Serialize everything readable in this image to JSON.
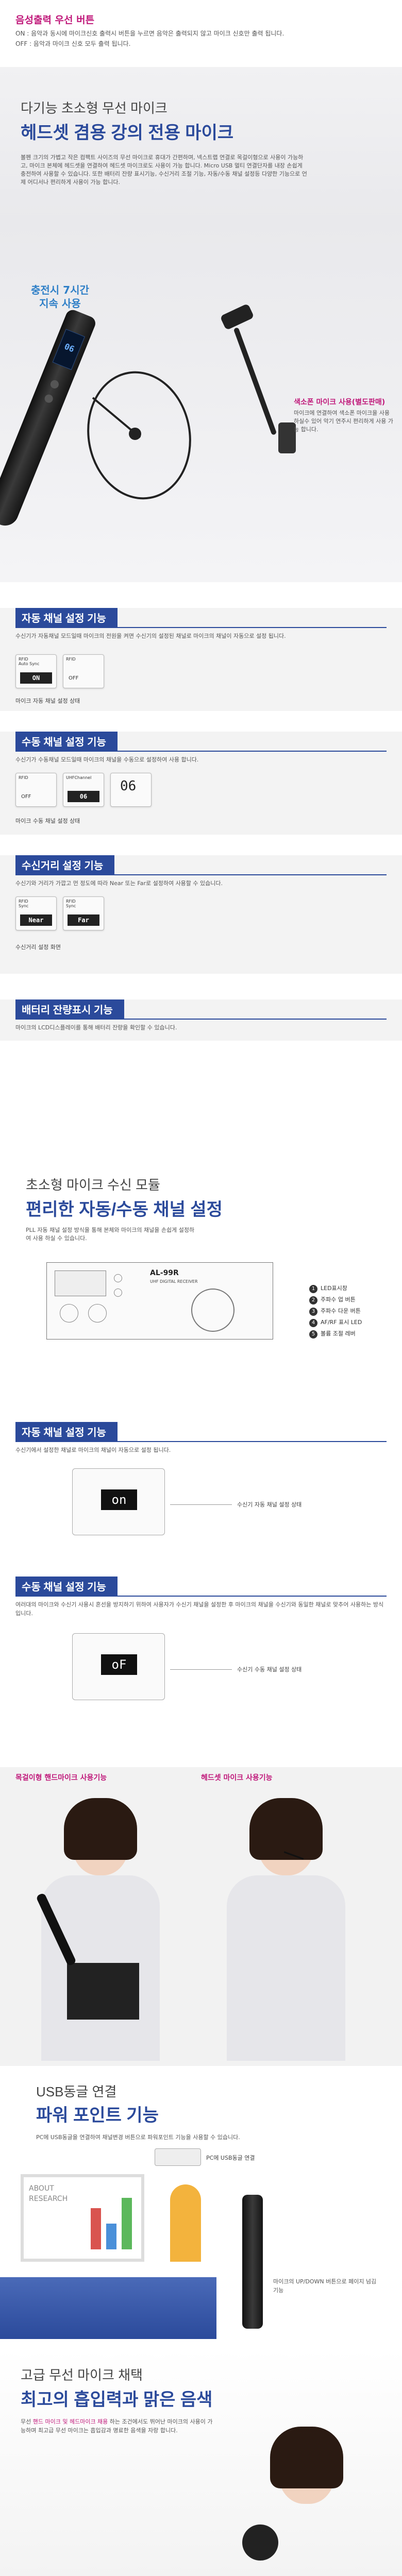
{
  "output_button": {
    "title": "음성출력 우선 버튼",
    "line_on": "ON : 음악과 동시에 마이크신호 출력시 버튼을 누르면 음악은 출력되지 않고 마이크 신호만 출력 됩니다.",
    "line_off": "OFF : 음악과 마이크 신호 모두 출력 됩니다."
  },
  "headset": {
    "subtitle": "다기능 초소형 무선 마이크",
    "title": "헤드셋 겸용 강의 전용 마이크",
    "description": "볼펜 크기의 가볍고 작은 컴팩트 사이즈의 무선 마이크로 휴대가 간편하며, 넥스트랩 연결로 목걸이형으로 사용이 가능하고, 마이크 본체에 헤드셋을 연결하여 헤드셋 마이크로도 사용이 가능 합니다. Micro USB 멀티 연결단자를 내장 손쉽게 충전하여 사용할 수 있습니다. 또한 배터리 잔량 표시기능, 수신거리 조절 기능, 자동/수동 채널 설정등 다양한 기능으로 언제 어디서나 편리하게 사용이 가능 합니다.",
    "charge_line1": "충전시 7시간",
    "charge_line2": "지속 사용",
    "mic_screen": "06",
    "sax_title": "색소폰 마이크 사용(별도판매)",
    "sax_desc": "마이크에 연결하여 색소폰 마이크을 사용 하실수 있어 악기 연주시 편리하게 사용 가능 합니다."
  },
  "auto_channel": {
    "title": "자동 채널 설정 기능",
    "desc": "수신기가 자동채널 모드일때 마이크의 전원을 켜면 수신기의 설정된 채널로 마이크의 채널이 자동으로 설정 됩니다.",
    "card1_top": "RFID",
    "card1_sub": "Auto Sync",
    "card1_val": "ON",
    "card2_top": "RFID",
    "card2_val": "OFF",
    "caption": "마이크 자동 채널 설정 상태"
  },
  "manual_channel": {
    "title": "수동 채널 설정 기능",
    "desc": "수신기가 수동채널 모드일때 마이크의 채널을 수동으로 설정하여 사용 합니다.",
    "card1_top": "RFID",
    "card1_val": "OFF",
    "card2_top": "UHFChannel",
    "card2_val": "06",
    "card3_val": "06",
    "caption": "마이크 수동 채널 설정 상태"
  },
  "distance": {
    "title": "수신거리 설정 기능",
    "desc": "수신기와 거리가 가깝고 먼 정도에 따라 Near 또는 Far로 설정하여 사용할 수 있습니다.",
    "card1_top": "RFID",
    "card1_sub": "Sync",
    "card1_val": "Near",
    "card2_top": "RFID",
    "card2_sub": "Sync",
    "card2_val": "Far",
    "caption": "수신거리 설정 화면"
  },
  "battery": {
    "title": "배터리 잔량표시 기능",
    "desc": "마이크의 LCD디스플레이를 통해 배터리 잔량을 확인할 수 있습니다."
  },
  "receiver": {
    "subtitle": "초소형 마이크 수신 모듈",
    "title": "편리한 자동/수동 채널 설정",
    "desc": "PLL 자동 채널 설정 방식을 통해 본체와 마이크의 채널을 손쉽게 설정하여 사용 하실 수 있습니다.",
    "model": "AL-99R",
    "model_sub": "UHF DIGITAL RECEIVER",
    "legend": [
      "LED표시창",
      "주파수 업 버튼",
      "주파수 다운 버튼",
      "AF/RF 표시 LED",
      "볼륨 조절 레버"
    ],
    "legend_nums": [
      "1",
      "2",
      "3",
      "4",
      "5"
    ]
  },
  "auto_channel_2": {
    "title": "자동 채널 설정 기능",
    "desc": "수신기에서 설정한 채널로 마이크의 채널이 자동으로 설정 됩니다.",
    "display": "on",
    "caption": "수신기 자동 채널 설정 상태"
  },
  "manual_channel_2": {
    "title": "수동 채널 설정 기능",
    "desc": "여러대의 마이크와 수신기 사용시 혼선을 방지하기 위하여 사용자가 수신기 채널을 설정한 후 마이크의 채널을 수신기와 동일한 채널로 맞추어 사용하는 방식 입니다.",
    "display": "oF",
    "caption": "수신기 수동 채널 설정 상태"
  },
  "photos": {
    "label_left": "목걸이형 핸드마이크 사용기능",
    "label_right": "헤드셋 마이크 사용기능"
  },
  "usb": {
    "subtitle": "USB동글 연결",
    "title": "파워 포인트 기능",
    "desc": "PC에 USB동글을 연결하여 채널변경 버튼으로 파워포인트 기능을 사용할 수 있습니다.",
    "dongle_caption": "PC에 USB동글 연결",
    "board_text": "ABOUT",
    "board_text2": "RESEARCH",
    "mic_caption": "마이크의 UP/DOWN 버튼으로 페이지 넘김 기능"
  },
  "quality": {
    "subtitle": "고급 무선 마이크 채택",
    "title": "최고의 흡입력과 맑은 음색",
    "desc_a": "무선 ",
    "desc_hl": "핸드 마이크 및 헤드마이크 채용",
    "desc_b": " 하는 조건에서도 뛰어난 마이크의 사용이 가능하며 최고급 무선 마이크는 흡입감과 명료한 음색을 자랑 합니다."
  },
  "colors": {
    "brand": "#2b4a9b",
    "accent": "#c0187a",
    "charge": "#2e7fc7"
  }
}
